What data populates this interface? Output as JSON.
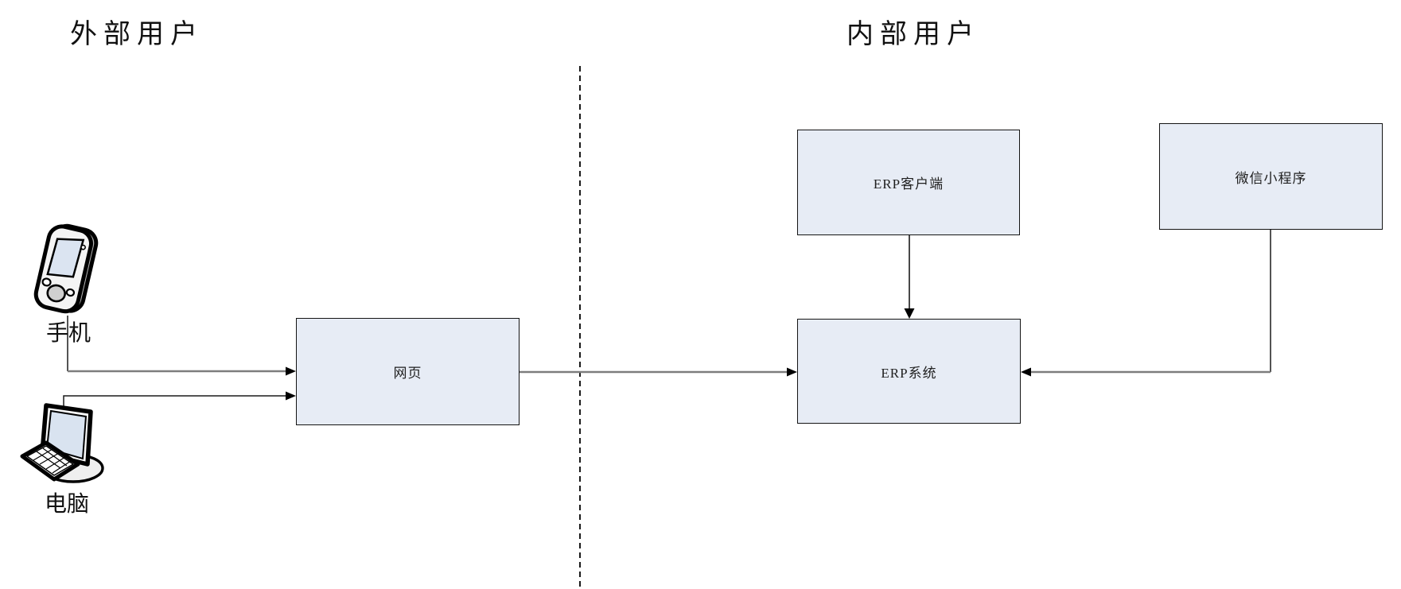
{
  "titles": {
    "left": "外部用户",
    "right": "内部用户"
  },
  "nodes": [
    {
      "id": "web",
      "label": "网页"
    },
    {
      "id": "erp_client",
      "label": "ERP客户端"
    },
    {
      "id": "erp_system",
      "label": "ERP系统"
    },
    {
      "id": "wechat_mini",
      "label": "微信小程序"
    }
  ],
  "devices": [
    {
      "id": "phone",
      "label": "手机",
      "icon": "mobile-phone-icon"
    },
    {
      "id": "computer",
      "label": "电脑",
      "icon": "desktop-computer-icon"
    }
  ],
  "edges": [
    {
      "from": "手机",
      "to": "网页",
      "direction": "right"
    },
    {
      "from": "电脑",
      "to": "网页",
      "direction": "right"
    },
    {
      "from": "网页",
      "to": "ERP系统",
      "direction": "right"
    },
    {
      "from": "ERP客户端",
      "to": "ERP系统",
      "direction": "down"
    },
    {
      "from": "微信小程序",
      "to": "ERP系统",
      "direction": "left"
    }
  ],
  "colors": {
    "background": "#ffffff",
    "node_fill": "#e7ecf5",
    "node_border": "#141414",
    "connector_gray": "#7d7d7d",
    "connector_black": "#1a1a1a",
    "divider": "#000000"
  }
}
